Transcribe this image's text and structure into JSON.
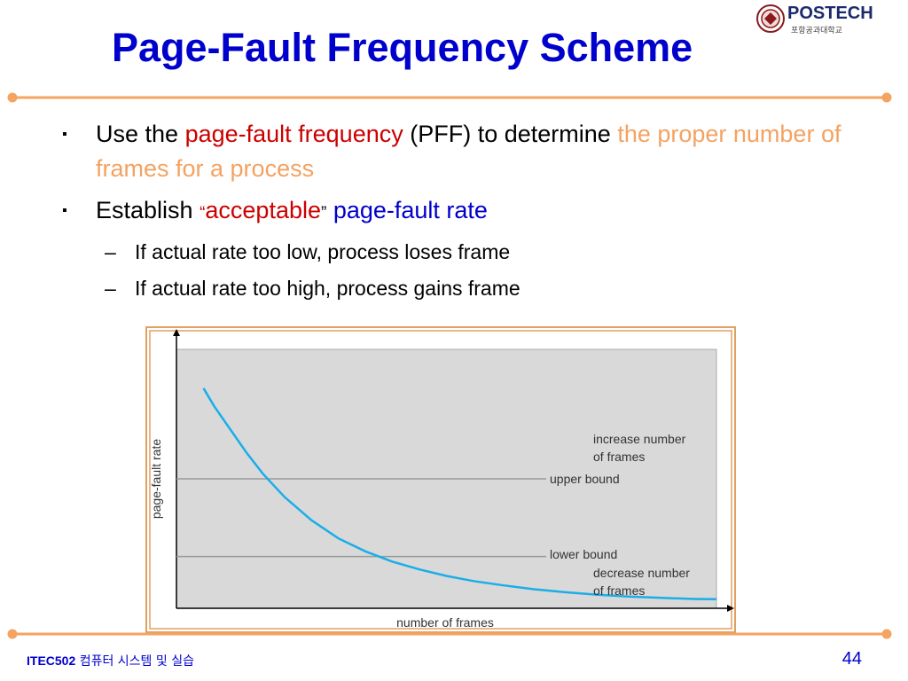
{
  "slide": {
    "title": "Page-Fault Frequency Scheme",
    "page_number": "44",
    "course_code": "ITEC502",
    "course_name": "컴퓨터 시스템 및 실습"
  },
  "logo": {
    "name": "POSTECH",
    "subtitle": "포항공과대학교"
  },
  "bullets": {
    "b1": {
      "t1": "Use the ",
      "t2": "page-fault frequency",
      "t3": " (PFF) to determine ",
      "t4": "the proper number of frames for a process"
    },
    "b2": {
      "t1": "Establish ",
      "q_open": "“",
      "t2": "acceptable",
      "q_close": "”",
      "t3": " page-fault rate"
    },
    "sub": [
      "If actual rate too low, process loses frame",
      "If actual rate too high, process gains frame"
    ]
  },
  "colors": {
    "title": "#0000cc",
    "highlight_red": "#cc0000",
    "highlight_orange": "#f4a261",
    "rule": "#f4a460",
    "plot_bg": "#d9d9d9",
    "curve": "#1aaee8",
    "bound_line": "#999999"
  },
  "chart_data": {
    "type": "line",
    "xlabel": "number of frames",
    "ylabel": "page-fault rate",
    "x": [
      0.05,
      0.07,
      0.1,
      0.13,
      0.16,
      0.2,
      0.25,
      0.3,
      0.35,
      0.4,
      0.45,
      0.5,
      0.55,
      0.6,
      0.66,
      0.72,
      0.78,
      0.84,
      0.9,
      0.96,
      1.0
    ],
    "y": [
      0.85,
      0.78,
      0.69,
      0.6,
      0.52,
      0.43,
      0.34,
      0.27,
      0.22,
      0.18,
      0.15,
      0.125,
      0.105,
      0.09,
      0.074,
      0.062,
      0.052,
      0.045,
      0.04,
      0.036,
      0.035
    ],
    "upper_bound": 0.5,
    "lower_bound": 0.2,
    "xlim": [
      0,
      1
    ],
    "ylim": [
      0,
      1
    ],
    "annotations": {
      "increase": [
        "increase number",
        "of frames"
      ],
      "upper": "upper bound",
      "lower": "lower bound",
      "decrease": [
        "decrease number",
        "of frames"
      ]
    }
  }
}
